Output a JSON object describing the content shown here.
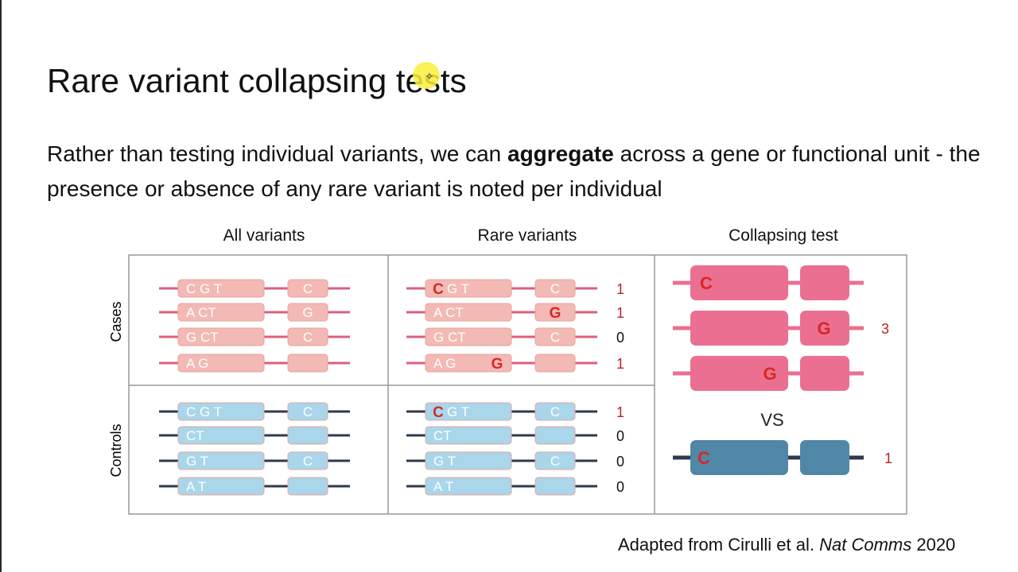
{
  "title": "Rare variant collapsing tests",
  "body": {
    "pre": "Rather than testing individual variants, we can ",
    "bold": "aggregate",
    "post": " across a gene or functional unit - the presence or absence of any rare variant is noted per individual"
  },
  "figure": {
    "column_headers": [
      "All variants",
      "Rare variants",
      "Collapsing test"
    ],
    "row_labels": [
      "Cases",
      "Controls"
    ],
    "cases": {
      "sequences": [
        {
          "a": "C G  T",
          "b": "C"
        },
        {
          "a": "A   CT",
          "b": "G"
        },
        {
          "a": "  G CT",
          "b": "C"
        },
        {
          "a": "A    G",
          "b": ""
        }
      ],
      "rare_flags": [
        "1",
        "1",
        "0",
        "1"
      ],
      "collapsed_count": "3"
    },
    "controls": {
      "sequences": [
        {
          "a": "C G  T",
          "b": "C"
        },
        {
          "a": "     CT",
          "b": ""
        },
        {
          "a": "  G  T",
          "b": "C"
        },
        {
          "a": "A     T",
          "b": ""
        }
      ],
      "rare_flags": [
        "1",
        "0",
        "0",
        "0"
      ],
      "collapsed_count": "1"
    },
    "rare_letters": {
      "cases": [
        "C",
        "G",
        "",
        "G"
      ],
      "controls": [
        "C",
        "",
        "",
        ""
      ]
    },
    "collapse_letters": [
      "C",
      "G",
      "G"
    ],
    "control_collapse_letter": "C",
    "vs_label": "VS",
    "colors": {
      "case_box": "#f3b9b4",
      "case_line": "#d9607e",
      "control_box": "#a9d6ea",
      "control_line": "#2d3a4d",
      "collapse_case": "#eb6f90",
      "collapse_control": "#5187a6",
      "rare_red": "#d62828"
    }
  },
  "citation": {
    "pre": "Adapted from Cirulli et al. ",
    "italic": "Nat Comms",
    "post": " 2020"
  }
}
